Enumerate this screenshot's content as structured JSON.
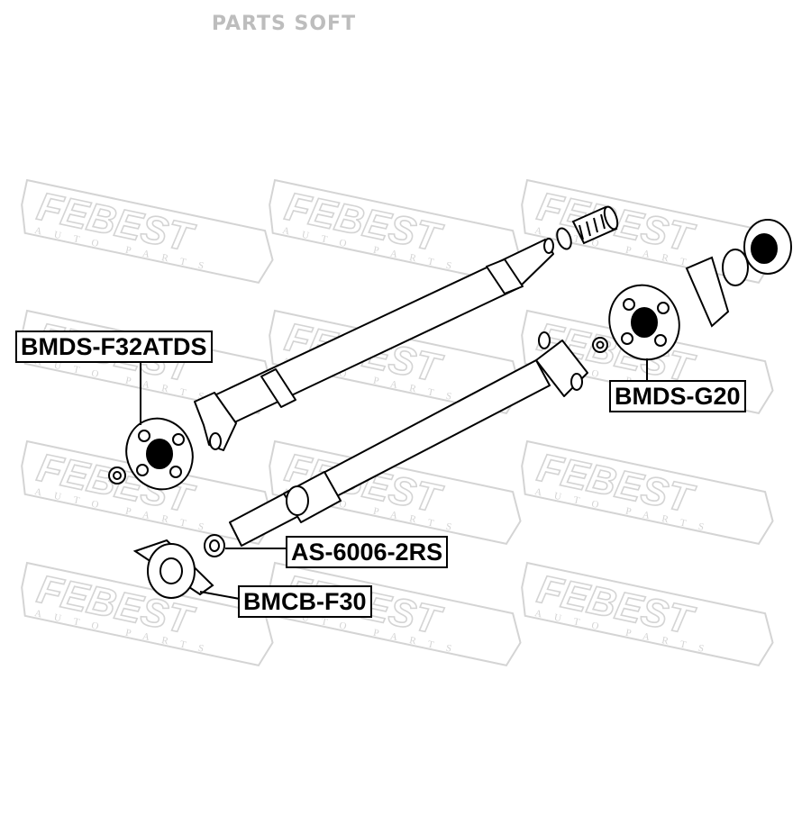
{
  "header": {
    "brand": "PARTS SOFT"
  },
  "watermark": {
    "text": "FEBEST",
    "subtext": "AUTO PARTS",
    "color": "#d4d4d4"
  },
  "callouts": [
    {
      "label": "BMDS-F32ATDS"
    },
    {
      "label": "BMDS-G20"
    },
    {
      "label": "AS-6006-2RS"
    },
    {
      "label": "BMCB-F30"
    }
  ],
  "colors": {
    "line": "#000000",
    "background": "#ffffff",
    "brand": "#bdbdbd"
  }
}
